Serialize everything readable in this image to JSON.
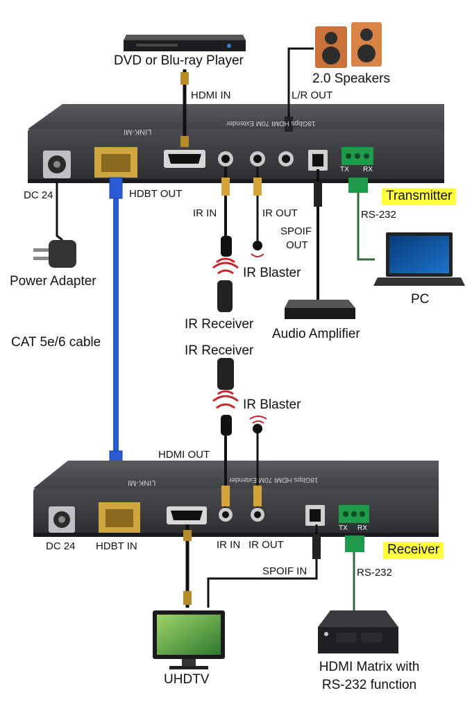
{
  "devices": {
    "dvd_player": "DVD or Blu-ray Player",
    "speakers": "2.0 Speakers",
    "power_adapter": "Power Adapter",
    "pc": "PC",
    "audio_amplifier": "Audio Amplifier",
    "uhdtv": "UHDTV",
    "hdmi_matrix_line1": "HDMI Matrix with",
    "hdmi_matrix_line2": "RS-232 function",
    "ir_receiver_top": "IR Receiver",
    "ir_blaster_top": "IR Blaster",
    "ir_receiver_bottom": "IR Receiver",
    "ir_blaster_bottom": "IR Blaster"
  },
  "cable": "CAT 5e/6 cable",
  "transmitter": {
    "badge": "Transmitter",
    "brand": "LINK-MI",
    "model": "18Gbps HDMI 70M Extender",
    "ports": {
      "hdmi_in": "HDMI IN",
      "lr_out": "L/R OUT",
      "dc": "DC 24",
      "hdbt_out": "HDBT OUT",
      "ir_in": "IR IN",
      "ir_out": "IR OUT",
      "spdif_out_line1": "SPOIF",
      "spdif_out_line2": "OUT",
      "rs232": "RS-232",
      "tx": "TX",
      "rx": "RX"
    }
  },
  "receiver": {
    "badge": "Receiver",
    "brand": "LINK-MI",
    "model": "18Gbps HDMI 70M Extender",
    "ports": {
      "hdmi_out": "HDMI OUT",
      "dc": "DC 24",
      "hdbt_in": "HDBT IN",
      "ir_in": "IR IN",
      "ir_out": "IR OUT",
      "spdif_in": "SPOIF IN",
      "rs232": "RS-232",
      "tx": "TX",
      "rx": "RX"
    }
  },
  "colors": {
    "device_body": "#3a3b3d",
    "cat_cable": "#2a5bd7",
    "rs232_wire": "#2f6b3a",
    "terminal_block": "#1f9a4a",
    "badge": "#ffff3c",
    "ir_waves": "#c8242b",
    "speaker_wood": "#c9733b"
  }
}
